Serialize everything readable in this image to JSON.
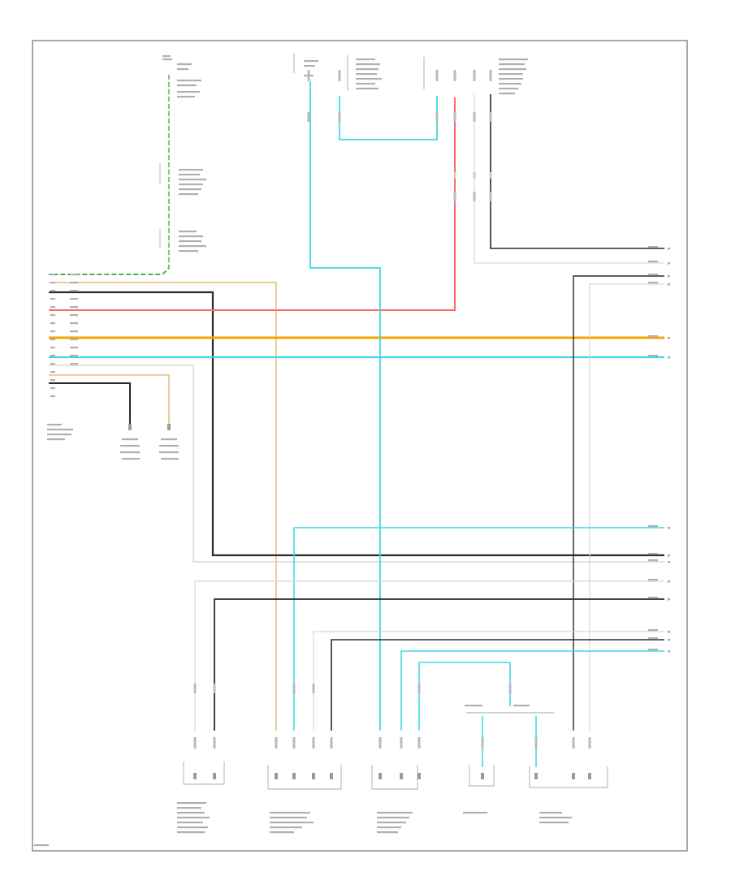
{
  "diagram": {
    "colors": {
      "green": "#4caf50",
      "black": "#2a2a2a",
      "gray": "#9a9a9a",
      "red": "#ff6b6b",
      "orange": "#f4a300",
      "blue": "#3fd8e6",
      "tan": "#e4c98e",
      "white": "#dcdcdc",
      "frame": "#8a8a8a"
    },
    "components": [
      {
        "id": "splice-top",
        "name": "splice-top-left"
      },
      {
        "id": "gateway-top",
        "name": "connector-top-center-left"
      },
      {
        "id": "module-top-mid",
        "name": "connector-top-center"
      },
      {
        "id": "module-top-right",
        "name": "connector-top-right"
      },
      {
        "id": "connector-left-block",
        "name": "left-connector-block"
      },
      {
        "id": "ground-left-a",
        "name": "ground-terminal-a"
      },
      {
        "id": "ground-left-b",
        "name": "ground-terminal-b"
      },
      {
        "id": "module-bottom-1",
        "name": "bottom-module-1"
      },
      {
        "id": "module-bottom-2",
        "name": "bottom-module-2"
      },
      {
        "id": "module-bottom-3",
        "name": "bottom-module-3"
      },
      {
        "id": "module-bottom-4",
        "name": "bottom-module-4"
      },
      {
        "id": "module-bottom-5",
        "name": "bottom-module-5"
      }
    ]
  }
}
